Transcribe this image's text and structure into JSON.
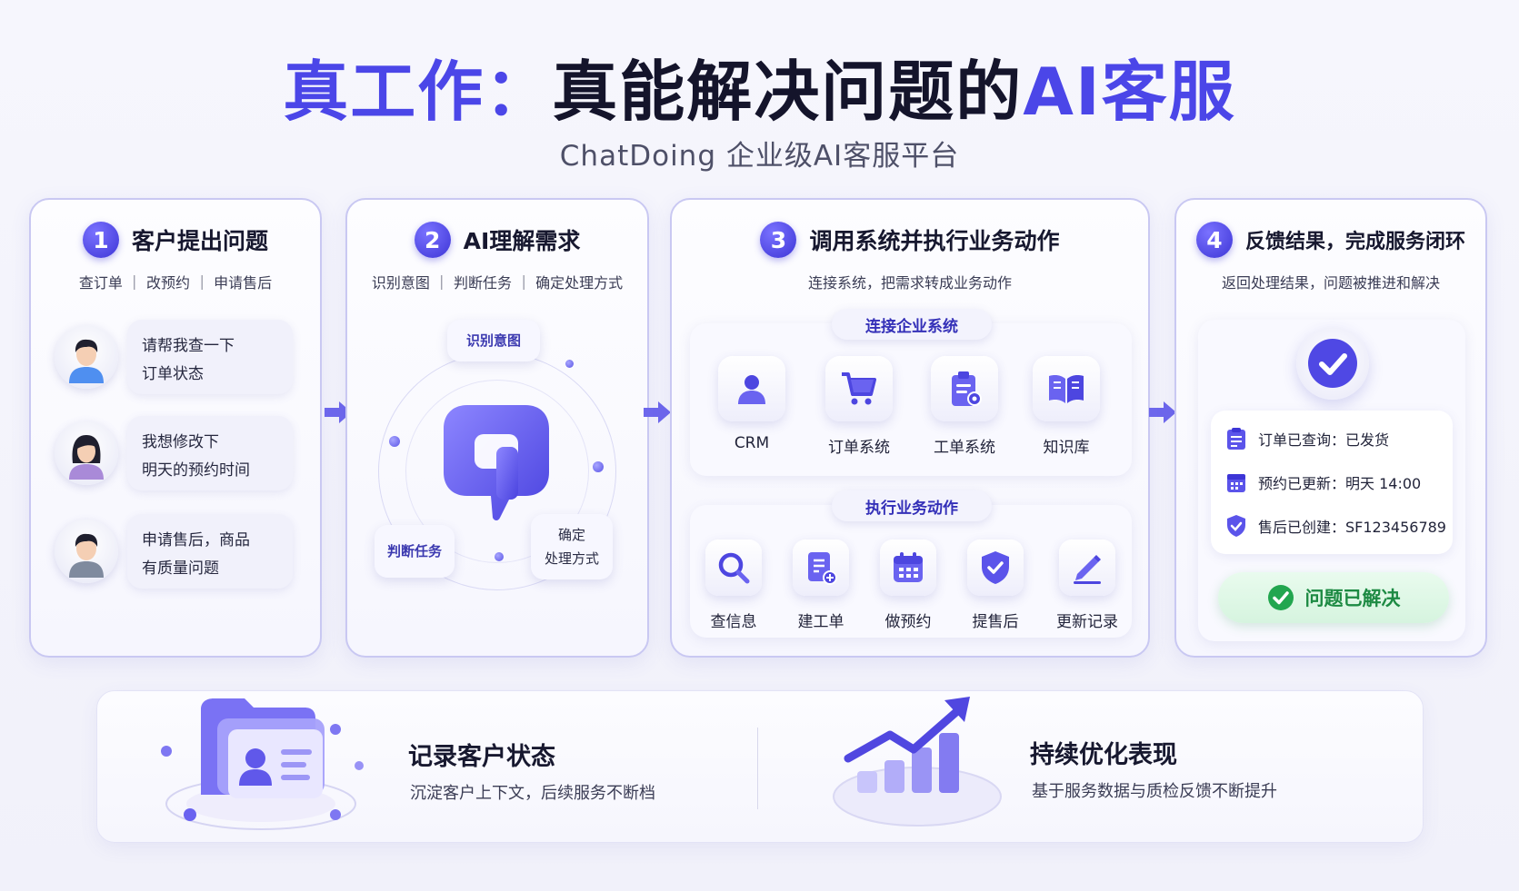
{
  "header": {
    "title_accent": "真工作：",
    "title_main": "真能解决问题的",
    "title_ai": "AI客服",
    "subtitle": "ChatDoing  企业级AI客服平台"
  },
  "steps": [
    {
      "number": "1",
      "title": "客户提出问题",
      "subtitle": "查订单 ｜ 改预约 ｜ 申请售后",
      "chats": [
        {
          "line1": "请帮我查一下",
          "line2": "订单状态"
        },
        {
          "line1": "我想修改下",
          "line2": "明天的预约时间"
        },
        {
          "line1": "申请售后，商品",
          "line2": "有质量问题"
        }
      ]
    },
    {
      "number": "2",
      "title": "AI理解需求",
      "subtitle": "识别意图 ｜ 判断任务 ｜ 确定处理方式",
      "nodes": {
        "intent": "识别意图",
        "judge": "判断任务",
        "decide_1": "确定",
        "decide_2": "处理方式"
      }
    },
    {
      "number": "3",
      "title": "调用系统并执行业务动作",
      "subtitle": "连接系统，把需求转成业务动作",
      "connect_label": "连接企业系统",
      "systems": [
        "CRM",
        "订单系统",
        "工单系统",
        "知识库"
      ],
      "execute_label": "执行业务动作",
      "actions": [
        "查信息",
        "建工单",
        "做预约",
        "提售后",
        "更新记录"
      ]
    },
    {
      "number": "4",
      "title": "反馈结果，完成服务闭环",
      "subtitle": "返回处理结果，问题被推进和解决",
      "results": [
        "订单已查询：已发货",
        "预约已更新：明天 14:00",
        "售后已创建：SF123456789"
      ],
      "resolved": "问题已解决"
    }
  ],
  "banner": {
    "left_title": "记录客户状态",
    "left_sub": "沉淀客户上下文，后续服务不断档",
    "right_title": "持续优化表现",
    "right_sub": "基于服务数据与质检反馈不断提升"
  },
  "colors": {
    "accent": "#4b46e8",
    "dark": "#14142b",
    "success": "#1d8a43"
  }
}
